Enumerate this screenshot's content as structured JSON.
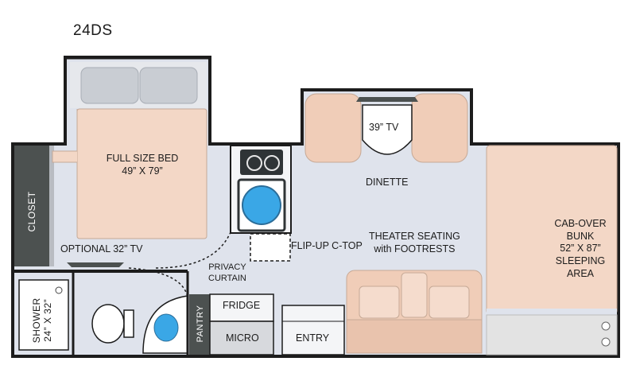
{
  "model": "24DS",
  "labels": {
    "bed": "FULL SIZE BED",
    "bed_size": "49” X 79”",
    "closet": "CLOSET",
    "optional_tv": "OPTIONAL 32” TV",
    "tv39": "39” TV",
    "dinette": "DINETTE",
    "privacy_curtain_1": "PRIVACY",
    "privacy_curtain_2": "CURTAIN",
    "flip_up": "FLIP-UP C-TOP",
    "theater_1": "THEATER SEATING",
    "theater_2": "with FOOTRESTS",
    "cabover_1": "CAB-OVER",
    "cabover_2": "BUNK",
    "cabover_3": "52” X 87”",
    "cabover_4": "SLEEPING",
    "cabover_5": "AREA",
    "shower_1": "SHOWER",
    "shower_2": "24” X 32”",
    "pantry": "PANTRY",
    "fridge": "FRIDGE",
    "micro": "MICRO",
    "entry": "ENTRY"
  },
  "colors": {
    "floor": "#dfe3ec",
    "wall": "#1c1c1c",
    "bed": "#f3d7c6",
    "seat": "#f0cdb8",
    "closet": "#4c5150",
    "sink": "#3aa7e6"
  }
}
